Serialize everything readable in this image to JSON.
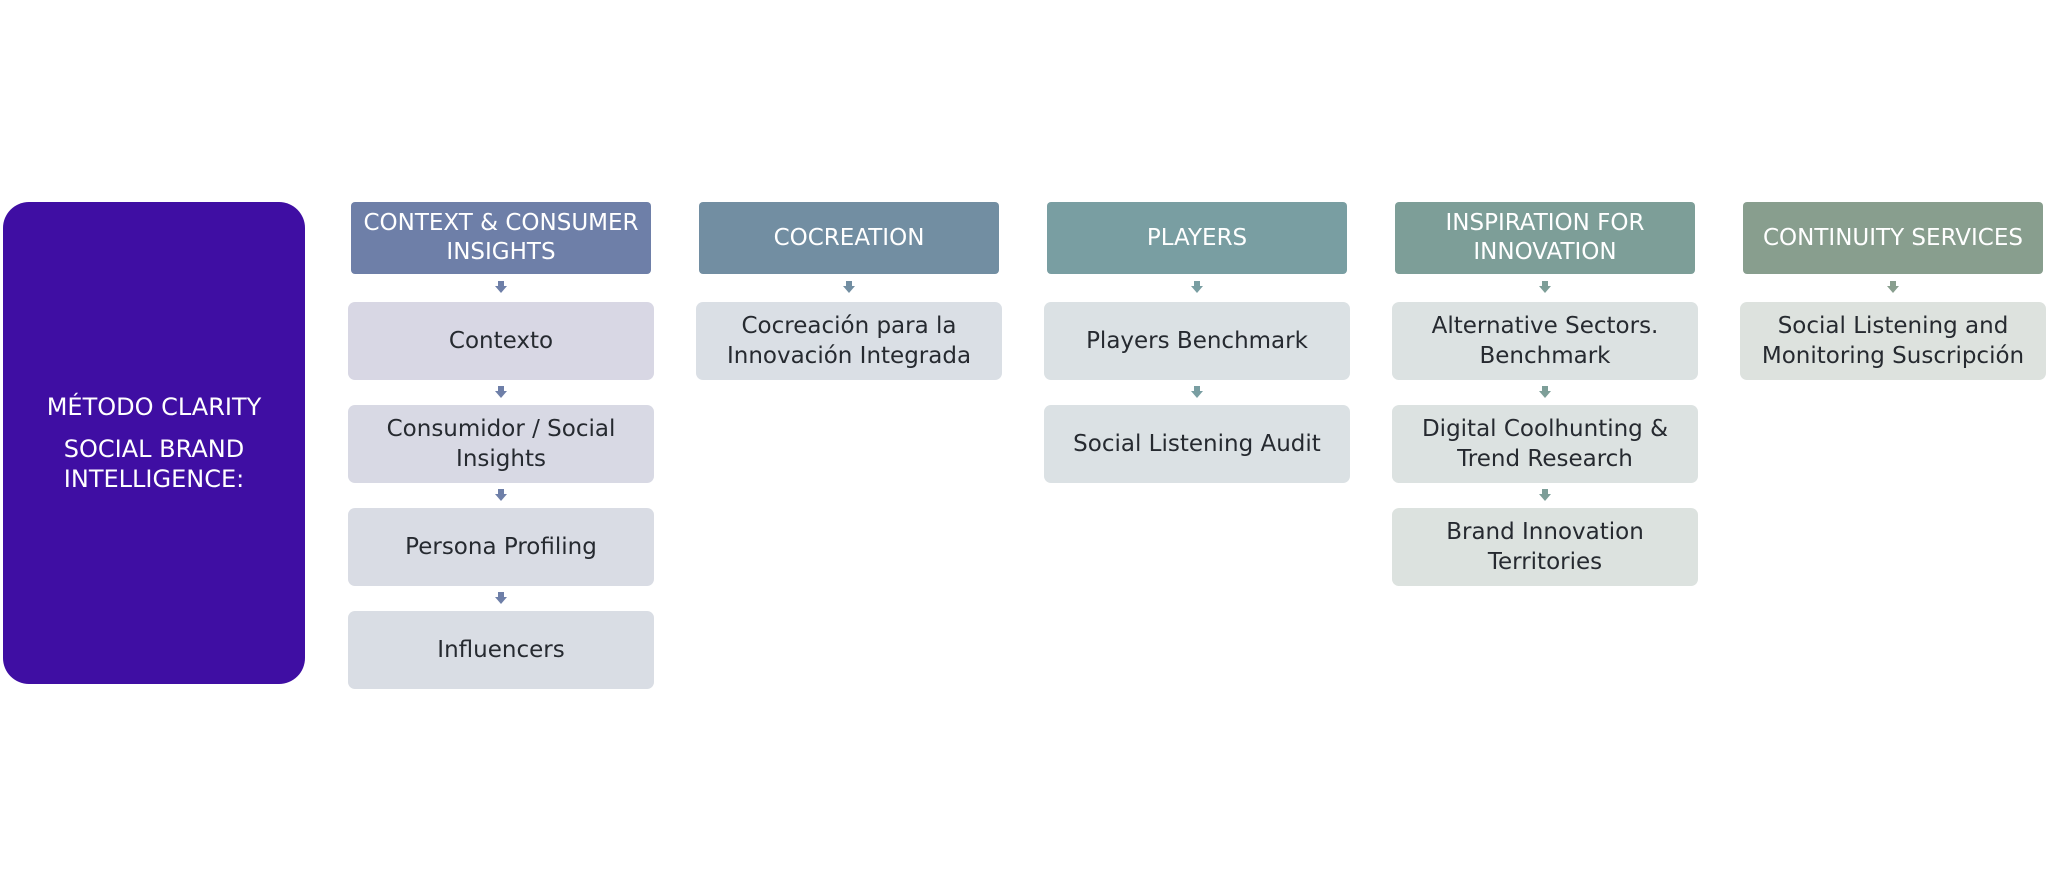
{
  "main": {
    "line1": "MÉTODO CLARITY",
    "line2": "SOCIAL BRAND INTELLIGENCE:"
  },
  "columns": [
    {
      "header": "CONTEXT & CONSUMER INSIGHTS",
      "header_color": "#6e7fa8",
      "arrow_color": "#6e7fa8",
      "card_colors": [
        "#d8d7e4",
        "#d8d9e4",
        "#d9dce4",
        "#d9dde4"
      ],
      "items": [
        "Contexto",
        "Consumidor / Social Insights",
        "Persona Profiling",
        "Influencers"
      ]
    },
    {
      "header": "COCREATION",
      "header_color": "#728ea2",
      "arrow_color": "#728ea2",
      "card_colors": [
        "#dadfe5"
      ],
      "items": [
        "Cocreación para la Innovación Integrada"
      ]
    },
    {
      "header": "PLAYERS",
      "header_color": "#799ea2",
      "arrow_color": "#799ea2",
      "card_colors": [
        "#dbe1e4",
        "#dbe1e4"
      ],
      "items": [
        "Players Benchmark",
        "Social Listening Audit"
      ]
    },
    {
      "header": "INSPIRATION FOR INNOVATION",
      "header_color": "#7d9e98",
      "arrow_color": "#7d9e98",
      "card_colors": [
        "#dce2e2",
        "#dce2e1",
        "#dce2df"
      ],
      "items": [
        "Alternative Sectors. Benchmark",
        "Digital Coolhunting & Trend Research",
        "Brand Innovation Territories"
      ]
    },
    {
      "header": "CONTINUITY SERVICES",
      "header_color": "#889e8e",
      "arrow_color": "#889e8e",
      "card_colors": [
        "#dde2de"
      ],
      "items": [
        "Social Listening and Monitoring Suscripción"
      ]
    }
  ]
}
